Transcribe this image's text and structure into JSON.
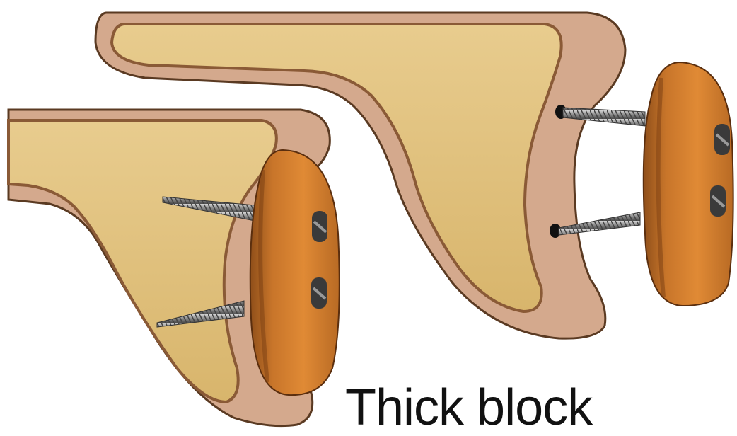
{
  "caption": "Thick block",
  "colors": {
    "hull_outer": "#d4a98d",
    "hull_edge": "#5a3a22",
    "hull_inner_line": "#8a5a36",
    "foam": "#e2c27e",
    "foam_shadow": "#c9a25c",
    "block_wood": "#c8752a",
    "block_wood_dark": "#8f4f1a",
    "screw": "#9a9a9a",
    "screw_dark": "#555555",
    "screw_head": "#3a3a3a"
  },
  "illustrations": [
    {
      "name": "attached-assembly",
      "screws": 2,
      "screws_installed": true
    },
    {
      "name": "exploded-assembly",
      "screws": 2,
      "screws_installed": false
    }
  ]
}
